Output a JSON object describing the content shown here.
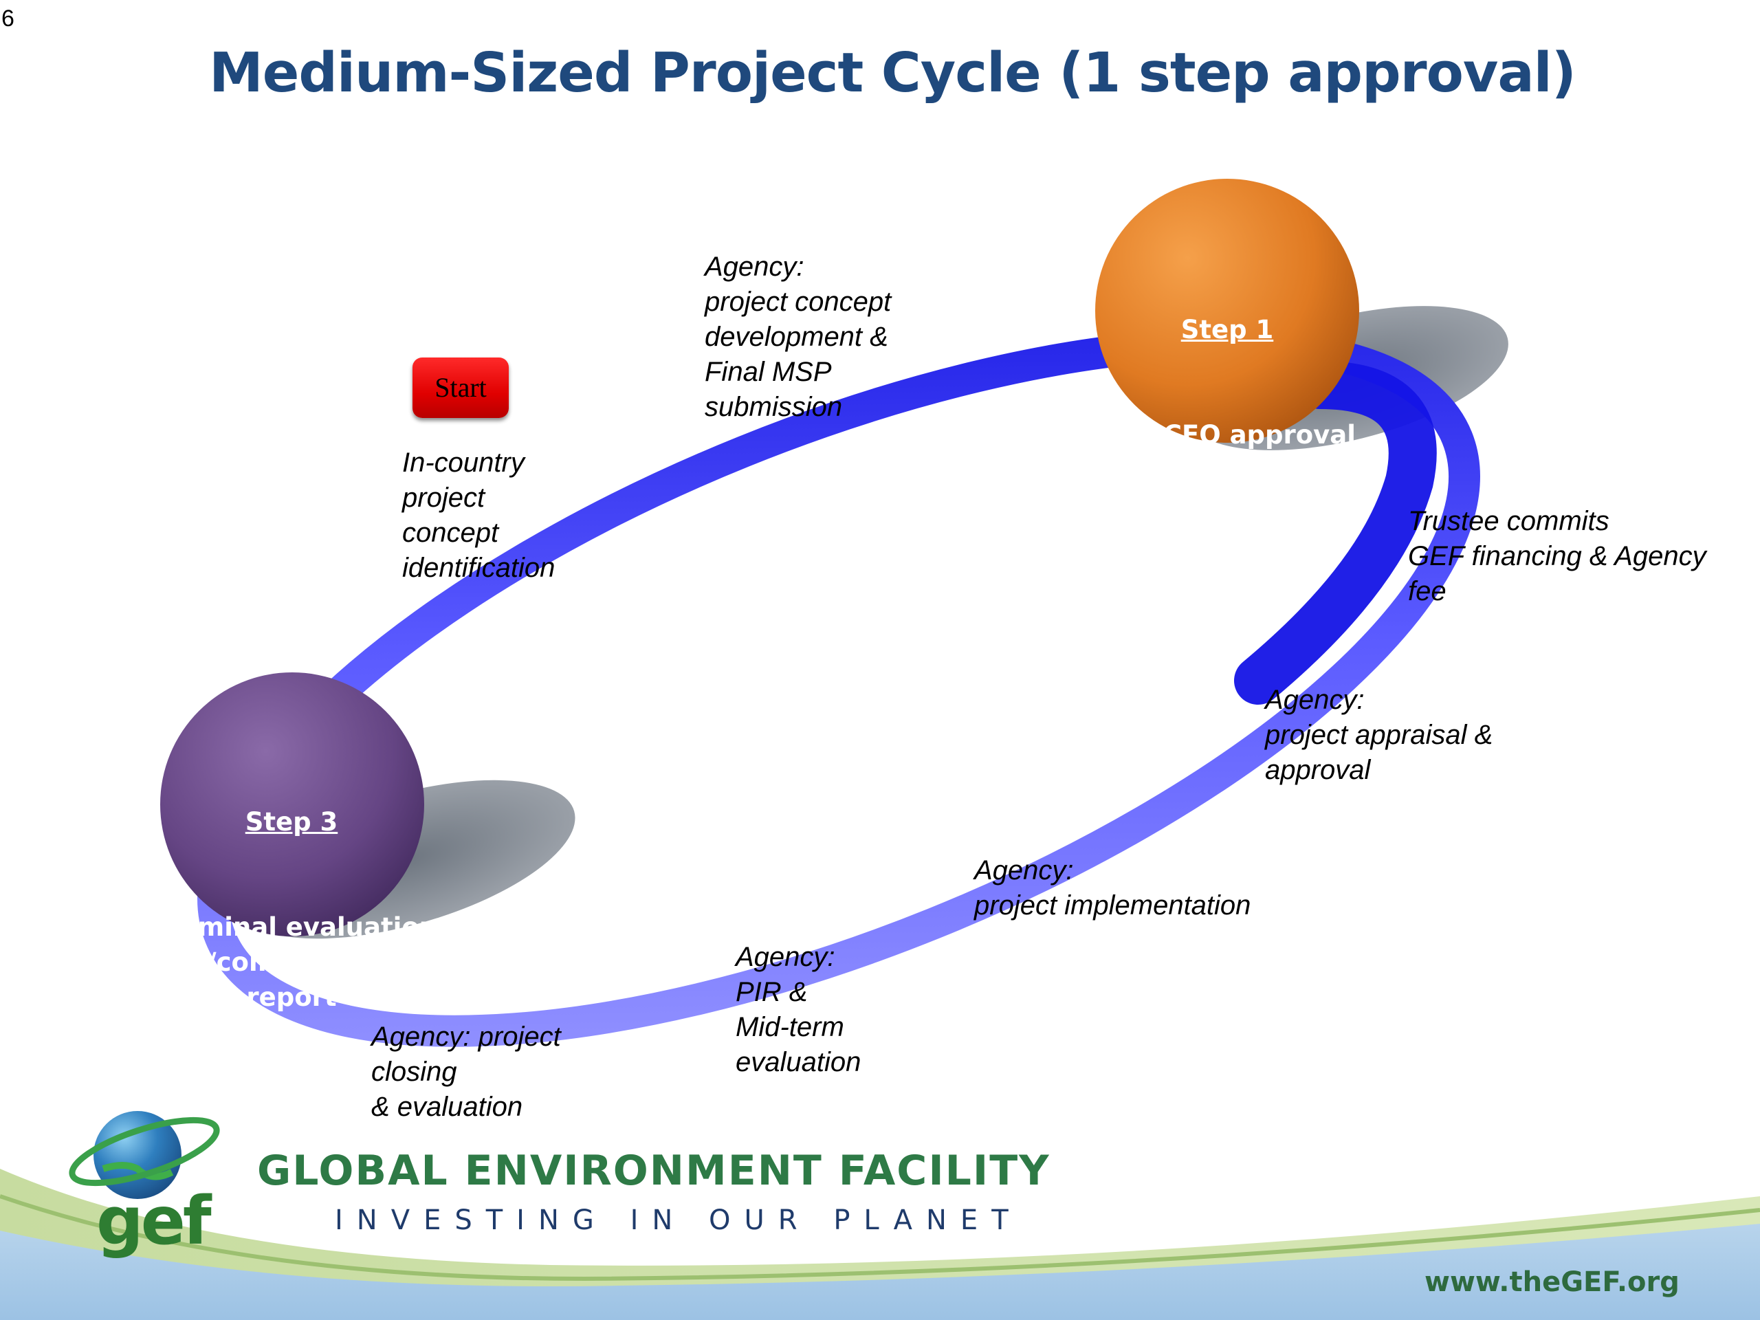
{
  "slide_number": "6",
  "title": "Medium-Sized Project Cycle (1 step approval)",
  "start_button": "Start",
  "steps": {
    "step1": {
      "heading": "Step 1",
      "body": "GEF CEO approval\nOf final MSP",
      "color": "#e07a22"
    },
    "step3": {
      "heading": "Step 3",
      "body": "Terminal evaluation\n/completion\nreport",
      "color": "#5e3f7c"
    }
  },
  "labels": {
    "in_country": "In-country\nproject\nconcept\nidentification",
    "concept_dev": "Agency:\nproject concept\ndevelopment &\nFinal MSP\nsubmission",
    "trustee": "Trustee commits\nGEF financing & Agency\nfee",
    "appraisal": "Agency:\nproject appraisal &\napproval",
    "implementation": "Agency:\nproject implementation",
    "pir": "Agency:\nPIR &\nMid-term\nevaluation",
    "closing": "Agency: project\nclosing\n& evaluation"
  },
  "footer": {
    "logo_text": "gef",
    "org_name": "GLOBAL ENVIRONMENT FACILITY",
    "tagline": "INVESTING IN OUR PLANET",
    "url": "www.theGEF.org"
  },
  "colors": {
    "title": "#1f497d",
    "ring_light": "#8c8cff",
    "ring_dark": "#1414e6",
    "footer_green": "#2e7a46"
  }
}
